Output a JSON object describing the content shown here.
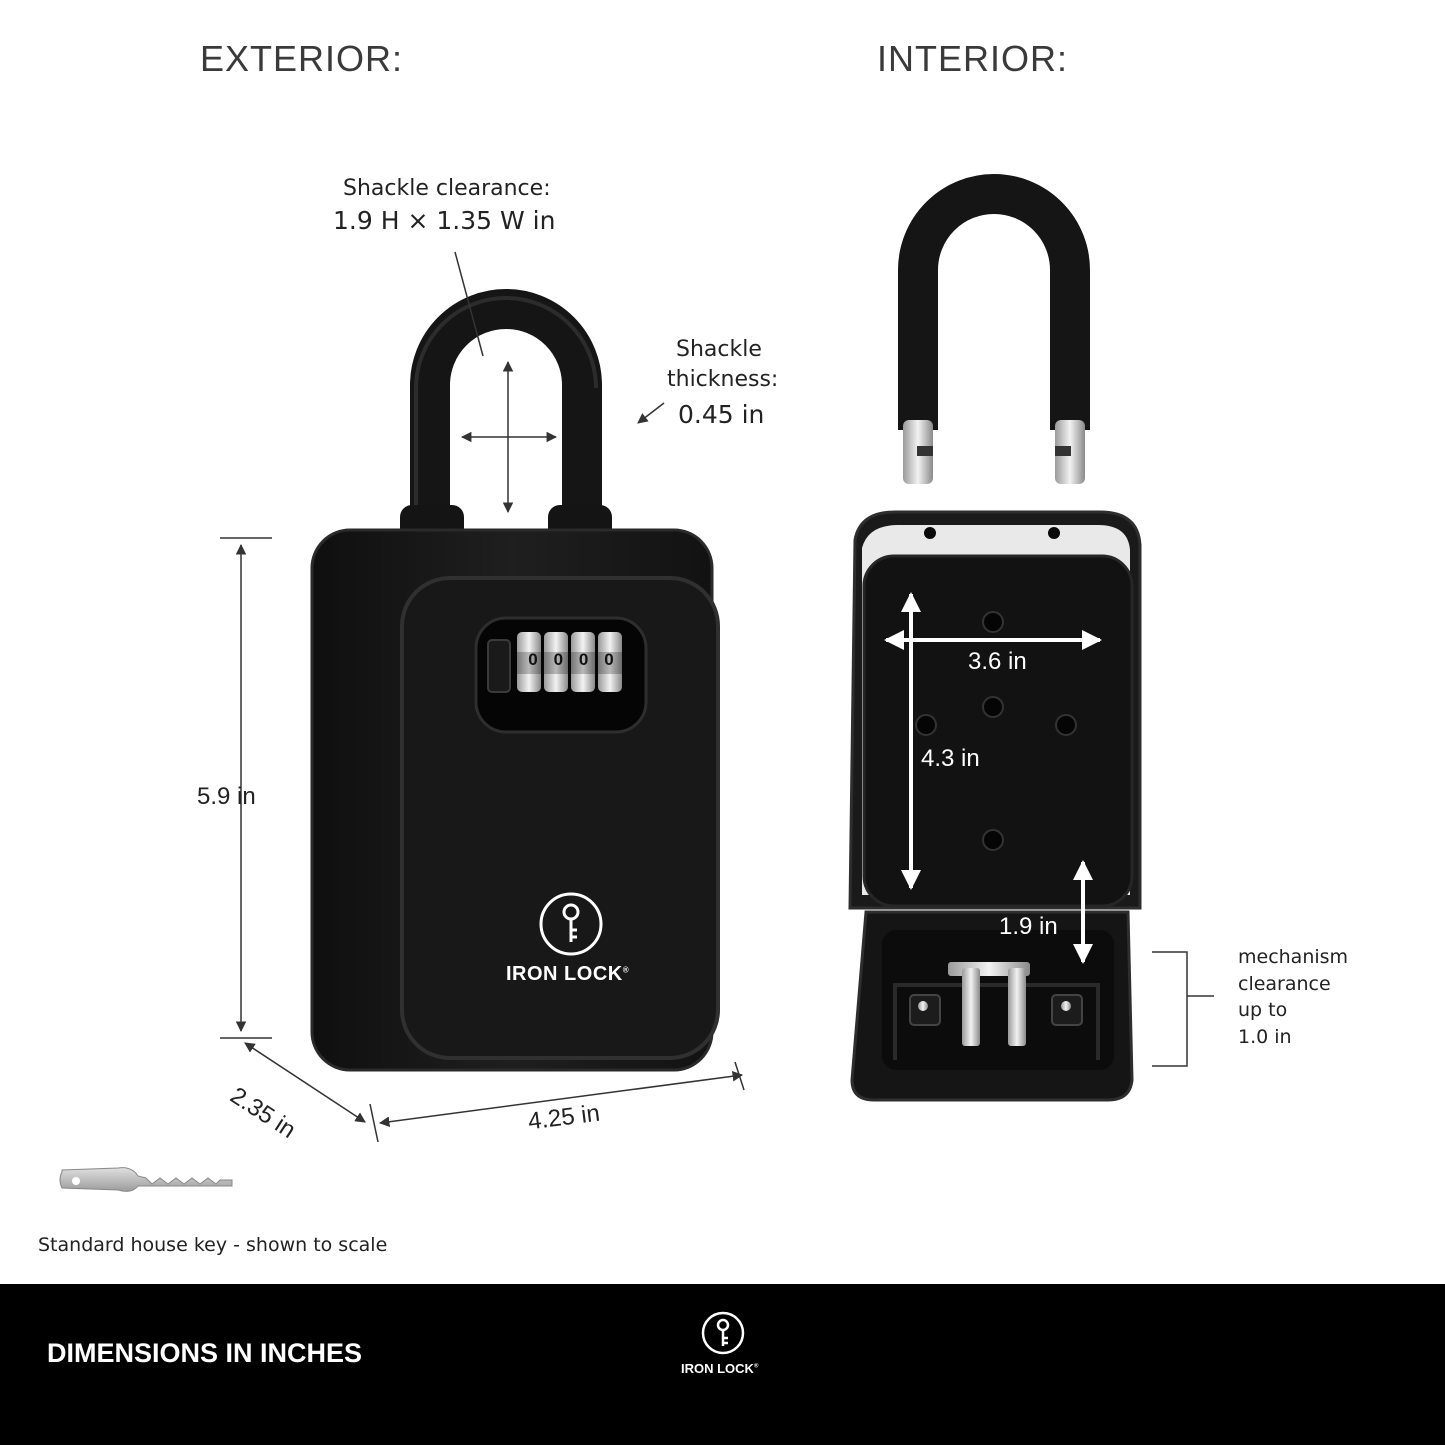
{
  "headings": {
    "exterior": "EXTERIOR:",
    "interior": "INTERIOR:"
  },
  "shackle_clearance": {
    "title": "Shackle clearance:",
    "value": "1.9 H × 1.35 W in"
  },
  "shackle_thickness": {
    "line1": "Shackle",
    "line2": "thickness:",
    "value": "0.45 in"
  },
  "exterior_dims": {
    "height": "5.9 in",
    "depth": "2.35 in",
    "width": "4.25 in"
  },
  "interior_dims": {
    "width": "3.6 in",
    "height": "4.3 in",
    "door_depth": "1.9 in"
  },
  "mechanism": {
    "line1": "mechanism",
    "line2": "clearance",
    "line3": "up to",
    "line4": "1.0 in"
  },
  "dial_digits": [
    "0",
    "0",
    "0",
    "0"
  ],
  "brand": "IRON LOCK",
  "brand_mark": "®",
  "key_caption": "Standard house key -  shown to scale",
  "footer": {
    "title": "DIMENSIONS IN INCHES"
  },
  "colors": {
    "lock_body": "#161616",
    "footer_bg": "#000000",
    "text": "#222222"
  }
}
